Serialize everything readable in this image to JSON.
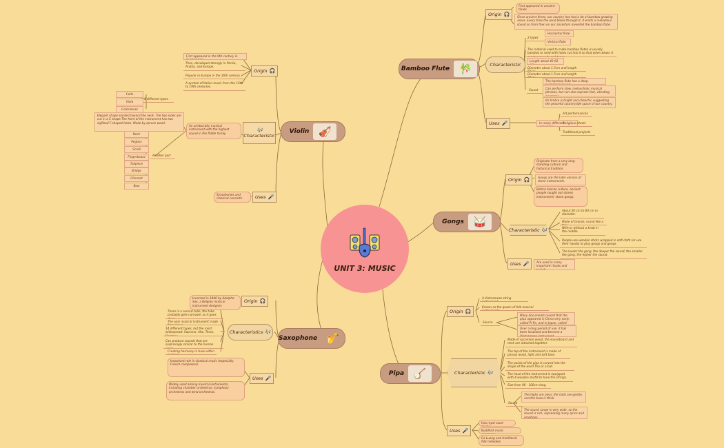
{
  "center": {
    "title": "UNIT 3: MUSIC"
  },
  "icons": {
    "center": "guitar-speakers-icon",
    "origin": "headphones-icon",
    "characteristic": "music-notes-icon",
    "uses": "microphone-icon"
  },
  "colors": {
    "background": "#f8dc98",
    "center": "#f79393",
    "topic": "#c89c80",
    "note": "#f9d4a6"
  },
  "bamboo": {
    "title": "Bamboo Flute",
    "origin_label": "Origin",
    "origin_notes": [
      "First appeared in ancient times.",
      "Since ancient times, our country has had a lot of bamboo growing areas. Every time the wind blows through it, it emits a melodious sound so from then on our ancestors invented the bamboo flute."
    ],
    "char_label": "Characteristic",
    "types_label": "2 types",
    "types": [
      "Horizontal flute",
      "Vertical flute"
    ],
    "char_notes": [
      "The material used to make bamboo flutes is usually bamboo or reed with holes cut into it so that when blown it creates sounds and tones.",
      "Length about 42-62 cm.",
      "Diameter about 1.5cm and length 50cm",
      "Diameter about 1.5cm and length 70cm"
    ],
    "sound_label": "Sound",
    "sound_notes": [
      "The bamboo flute has a deep, melodious sound.",
      "Can perform slow, melancholic musical phrases, but can also express fast, vibrating passages.",
      "Its timbre is bright and cheerful, suggesting the peaceful countryside space of our country."
    ],
    "uses_label": "Uses",
    "uses_main": "In many different occasions:",
    "uses_items": [
      "Art performances",
      "Religious rituals",
      "Traditional projects"
    ]
  },
  "gongs": {
    "title": "Gongs",
    "origin_label": "Origin",
    "origin_notes": [
      "Originate from a very long-standing cultural and historical tradition.",
      "Gongs are the later version of stone instruments.",
      "Before bronze culture, ancient people sought out stones instruments' stone gongs."
    ],
    "char_label": "Characteristic",
    "char_notes": [
      "About 20 cm to 60 cm in diameter.",
      "Made of bronze, round like a tray.",
      "With or without a knob in the middle.",
      "People use wooden sticks wrapped in soft cloth (or use their hands) to play gongs and gongs.",
      "The louder the gong, the deeper the sound; the smaller the gong, the higher the sound."
    ],
    "uses_label": "Uses",
    "uses_notes": [
      "Are used in many important rituals and beliefs."
    ]
  },
  "pipa": {
    "title": "Pipa",
    "origin_label": "Origin",
    "origin_notes": [
      "A Vietnamese string instrument.",
      "Known as the queen of folk musical instruments."
    ],
    "source_label": "Source",
    "source_notes": [
      "Many documents record that the pipa appeared in China very early, called Pi Pa, and in Japan, called Biwa.",
      "Over a long period of use, it has been localized and become a Vietnamese instrument."
    ],
    "char_label": "Characteristic",
    "char_notes": [
      "Made of sycamore wood, the soundboard and neck are attached together.",
      "The top of the instrument is made of porous wood, light and soft tone.",
      "The points of the pipa is carved into the shape of the word Tho or a bat.",
      "The head of the instrument is equipped with 4 wooden shafts to tune the strings.",
      "Size from 90 - 100cm long."
    ],
    "sound_label": "Sound",
    "sound_notes": [
      "The highs are clear, the mids are gentle, and the bass is thick.",
      "The sound range is very wide, so the sound is rich, expressing many lyrics and emotions."
    ],
    "uses_label": "Uses",
    "uses_notes": [
      "Has royal court music.",
      "Buddhist music ceremony.",
      "Ca Luong and traditional folk melodies."
    ]
  },
  "violin": {
    "title": "Violin",
    "origin_label": "Origin",
    "origin_notes": [
      "First appeared in the 9th century in Central Asia.",
      "Then, developed strongly in Persia, Arabia, and Europe.",
      "Popular in Europe in the 16th century.",
      "A symbol of Italian music from the 16th to 19th centuries."
    ],
    "char_label": "Characteristic",
    "char_main": "An aristocratic musical instrument with the highest sound in the fiddle family.",
    "types_label": "3 different types",
    "types": [
      "Cello",
      "Viola",
      "Contrabass"
    ],
    "shape_note": "Elegant shape slanted toward the neck. The two sides are cut in a C shape.The front of the instrument has two sigfload F-shaped holes. Made by spruce wood.",
    "parts_label": "Another part",
    "parts": [
      "Neck",
      "Pegbox",
      "Scroll",
      "Fingerboard",
      "Tailpiece",
      "Bridge",
      "Chinrest",
      "Bow"
    ],
    "uses_label": "Uses",
    "uses_notes": [
      "Symphonies and classical concerts."
    ]
  },
  "sax": {
    "title": "Saxophone",
    "origin_label": "Origin",
    "origin_notes": [
      "Invented in 1840 by Adolphe Sax, a Belgian musical instrument designer."
    ],
    "char_label": "Characteristics",
    "char_notes": [
      "There is a conical tube, the tube probably gets narrower as it goes down.",
      "The only musical instrument made from brass.",
      "14 different types, but the most widespread: Soprano, Alto, Tenor, Baritone.",
      "Can produce sounds that are surprisingly similar to the human voice.",
      "Creating harmony in tune within a group."
    ],
    "uses_label": "Uses",
    "uses_notes": [
      "Important role in classical music (especially French composers).",
      "Widely used among musical instruments, including chamber orchestras, symphony orchestras and wind orchestras."
    ]
  }
}
